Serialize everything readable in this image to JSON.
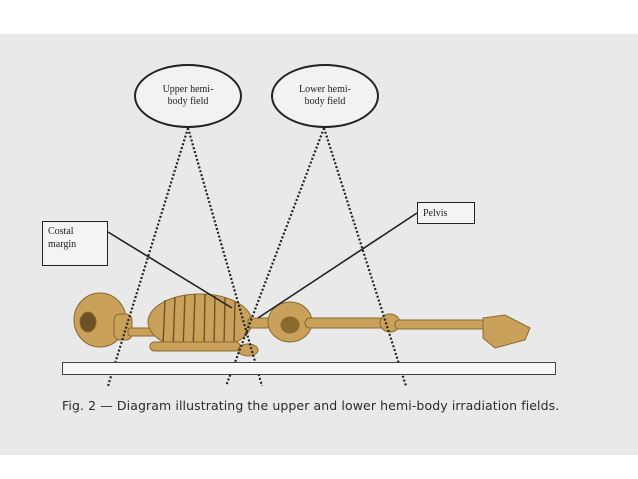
{
  "ovals": {
    "upper": "Upper hemi-body field",
    "lower": "Lower hemi-body field"
  },
  "labels": {
    "costal": "Costal margin",
    "pelvis": "Pelvis"
  },
  "caption": "Fig. 2 — Diagram illustrating the upper and lower hemi-body irradiation fields.",
  "colors": {
    "background": "#e9e9e9",
    "bone": "#c9a15a",
    "line": "#222222"
  },
  "icons": {
    "figure": "skeleton-illustration"
  }
}
